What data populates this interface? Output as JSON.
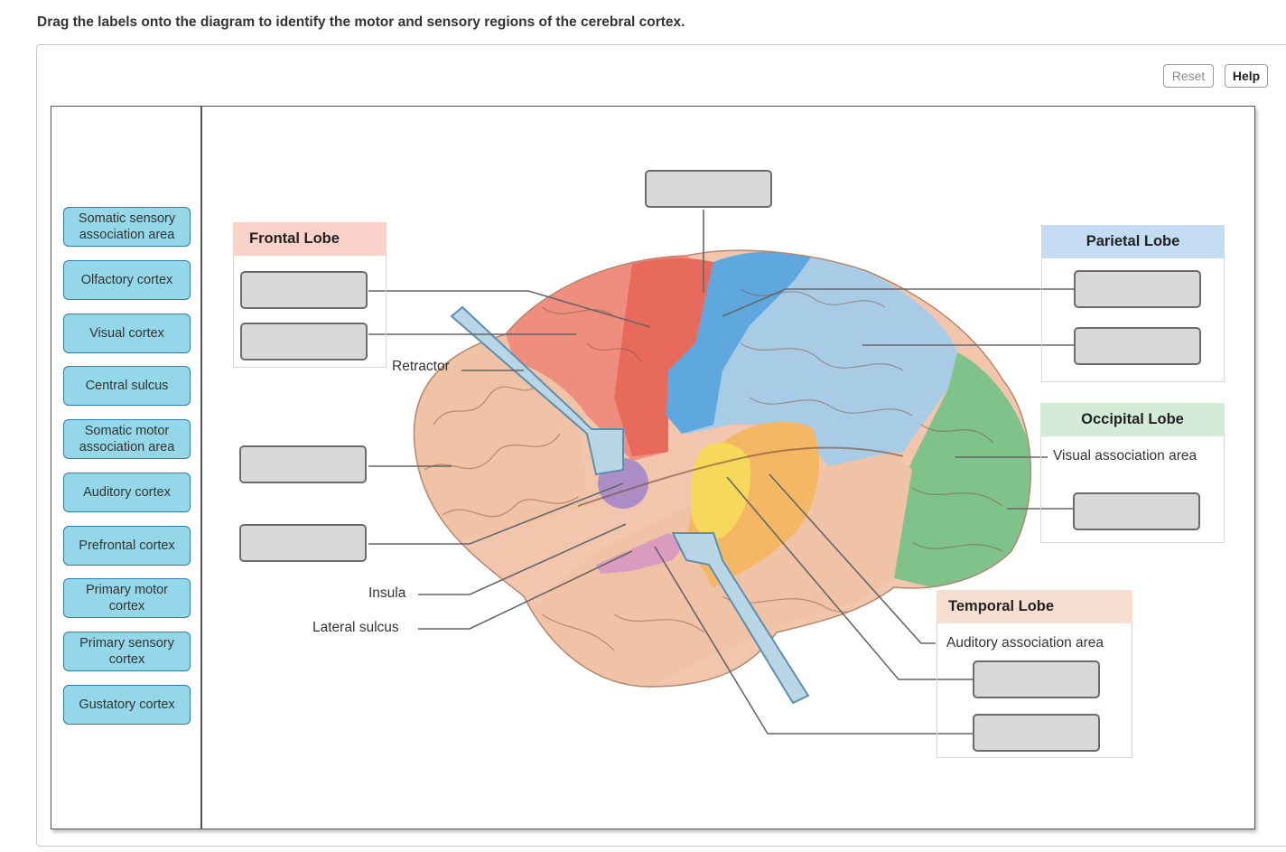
{
  "instruction": "Drag the labels onto the diagram to identify the motor and sensory regions of the cerebral cortex.",
  "toolbar": {
    "reset": "Reset",
    "help": "Help"
  },
  "labels": [
    "Somatic sensory association area",
    "Olfactory cortex",
    "Visual cortex",
    "Central sulcus",
    "Somatic motor association area",
    "Auditory cortex",
    "Prefrontal cortex",
    "Primary motor cortex",
    "Primary sensory cortex",
    "Gustatory cortex"
  ],
  "lobes": {
    "frontal": "Frontal Lobe",
    "parietal": "Parietal Lobe",
    "occipital": "Occipital Lobe",
    "temporal": "Temporal Lobe"
  },
  "fixed_labels": {
    "retractor": "Retractor",
    "insula": "Insula",
    "lateral_sulcus": "Lateral sulcus",
    "visual_association": "Visual association area",
    "auditory_association": "Auditory association area"
  },
  "colors": {
    "chip_fill": "#93d7e9",
    "chip_border": "#2f7fae",
    "frontal_header": "#f9d3c9",
    "parietal_header": "#c3dcf1",
    "occipital_header": "#d4ecd7",
    "temporal_header": "#f6dfd0",
    "drop_zone": "#d8d8d8"
  }
}
